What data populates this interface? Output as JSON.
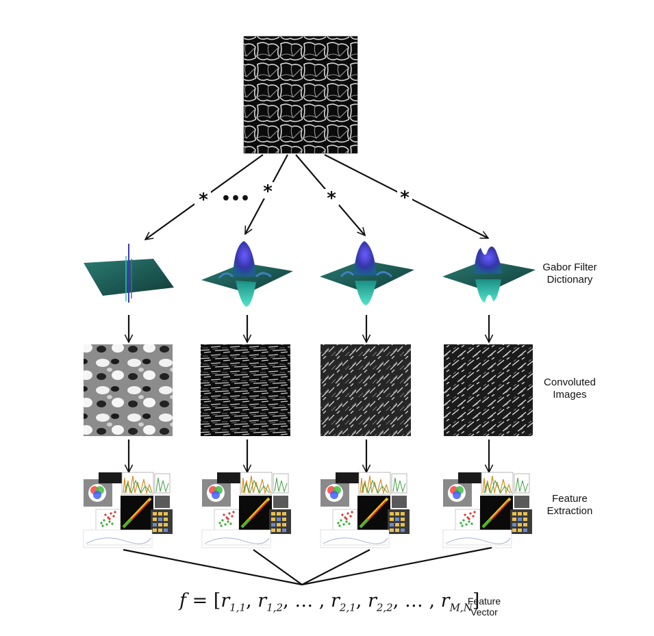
{
  "labels": {
    "filters": [
      "Gabor Filter",
      "Dictionary"
    ],
    "convoluted": [
      "Convoluted",
      "Images"
    ],
    "features": [
      "Feature",
      "Extraction"
    ],
    "feature_vector": [
      "Feature",
      "Vector"
    ]
  },
  "operators": {
    "convolution": "*",
    "ellipsis": "•••"
  },
  "formula": {
    "lhs": "f",
    "eq": " = [",
    "terms": [
      {
        "base": "r",
        "sub": "1,1",
        "sep": ", "
      },
      {
        "base": "r",
        "sub": "1,2",
        "sep": ", … , "
      },
      {
        "base": "r",
        "sub": "2,1",
        "sep": ", "
      },
      {
        "base": "r",
        "sub": "2,2",
        "sep": ", … , "
      },
      {
        "base": "r",
        "sub": "M,N",
        "sep": "]"
      }
    ]
  },
  "colors": {
    "line": "#111111",
    "filter_base": "#1f5f5a",
    "filter_peak": "#3f3fb8",
    "filter_tail": "#2fc4b0"
  }
}
